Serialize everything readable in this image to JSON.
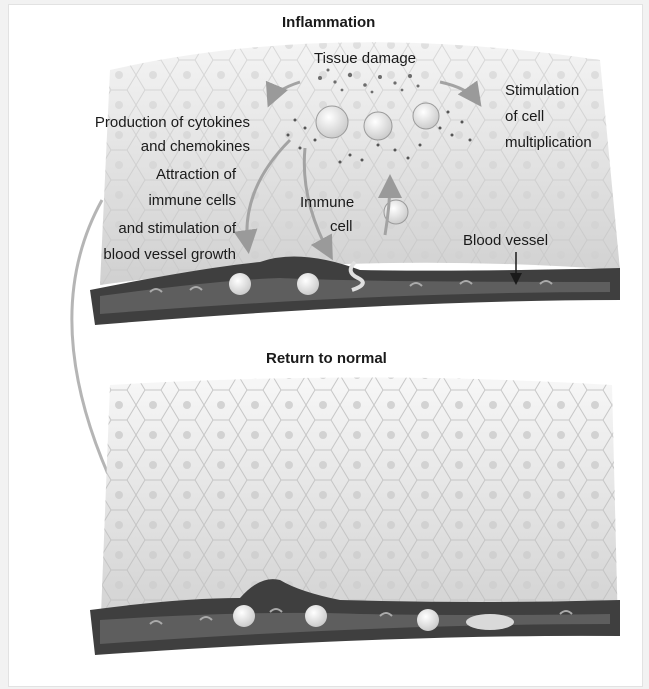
{
  "panels": {
    "top": {
      "title": "Inflammation",
      "labels": {
        "tissue_damage": "Tissue damage",
        "stimulation_1": "Stimulation",
        "stimulation_2": "of cell",
        "stimulation_3": "multiplication",
        "cytokines_1": "Production of cytokines",
        "cytokines_2": "and chemokines",
        "attraction_1": "Attraction of",
        "attraction_2": "immune cells",
        "attraction_3": "and stimulation of",
        "attraction_4": "blood vessel growth",
        "immune_1": "Immune",
        "immune_2": "cell",
        "blood_vessel": "Blood vessel"
      }
    },
    "bottom": {
      "title": "Return to normal"
    }
  },
  "colors": {
    "tissue": "#d4d4d4",
    "cell_outline": "#b9b9b9",
    "vessel": "#3e3e3e",
    "vessel_inner": "#5b5b5b",
    "immune_cell": "#f3f3f3",
    "arrow": "#a0a0a0"
  }
}
